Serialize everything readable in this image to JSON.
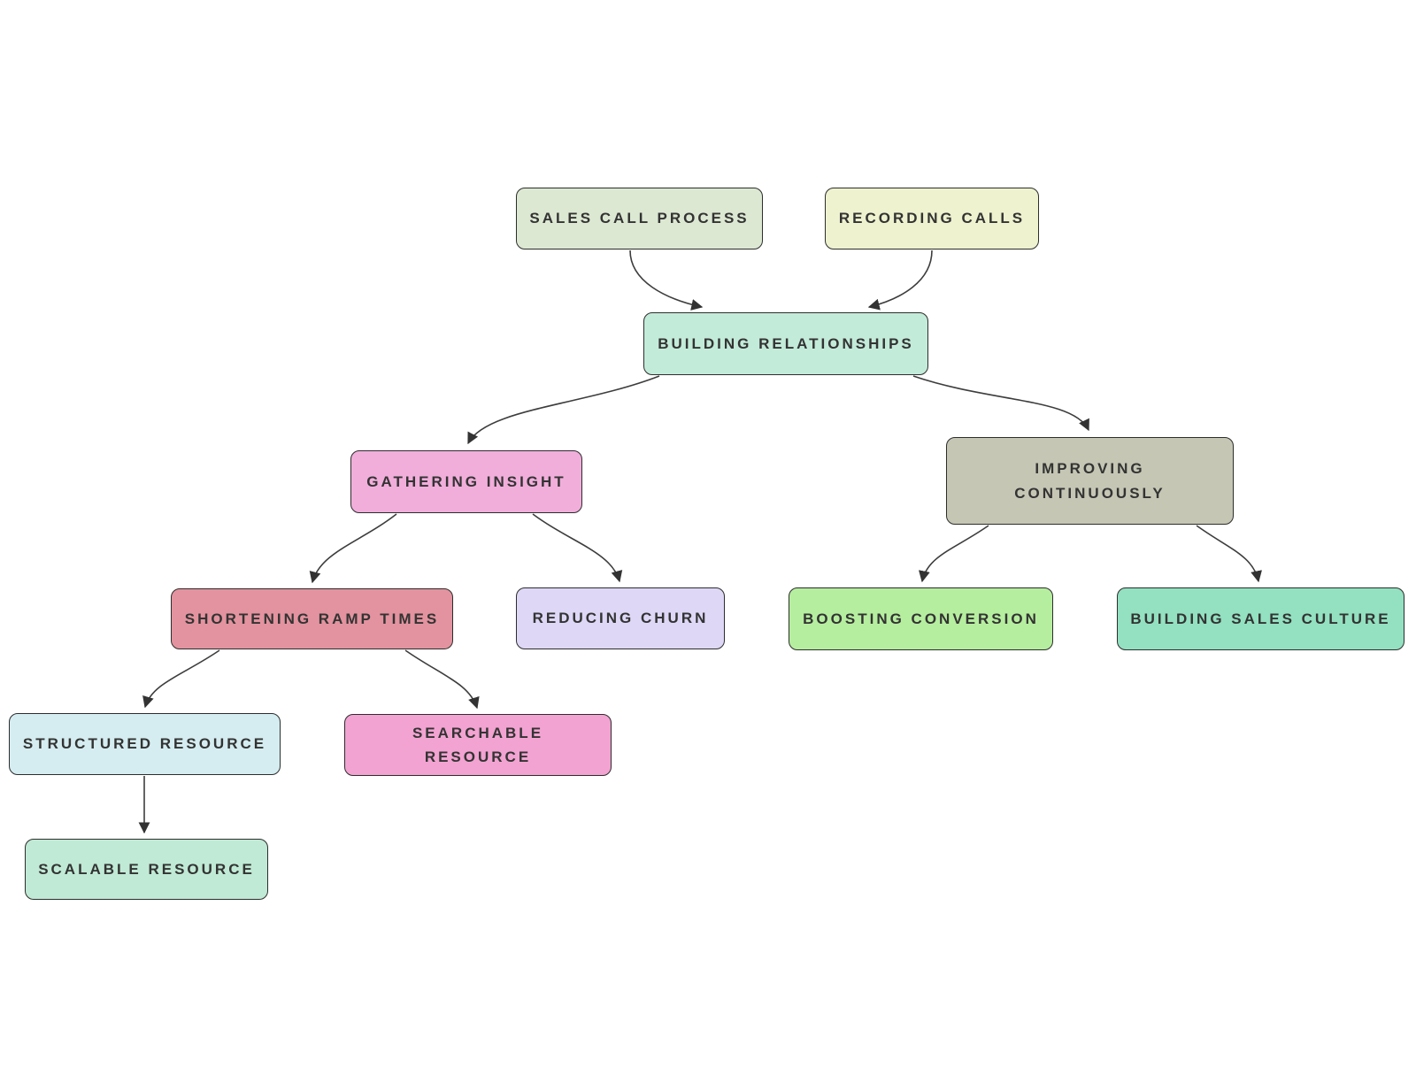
{
  "diagram": {
    "title": "",
    "background_color": "#ffffff",
    "edge_color": "#3d3d3d",
    "node_border_color": "#2d2d2d",
    "text_color": "#333333",
    "nodes": [
      {
        "id": "sales-call-process",
        "label": "SALES CALL PROCESS",
        "color": "#dce8d2"
      },
      {
        "id": "recording-calls",
        "label": "RECORDING CALLS",
        "color": "#eef2ce"
      },
      {
        "id": "building-relationships",
        "label": "BUILDING RELATIONSHIPS",
        "color": "#c3ebda"
      },
      {
        "id": "gathering-insight",
        "label": "GATHERING INSIGHT",
        "color": "#f1aedb"
      },
      {
        "id": "improving-continuously",
        "label": "IMPROVING\nCONTINUOUSLY",
        "color": "#c5c6b4"
      },
      {
        "id": "shortening-ramp-times",
        "label": "SHORTENING RAMP TIMES",
        "color": "#e3939f"
      },
      {
        "id": "reducing-churn",
        "label": "REDUCING CHURN",
        "color": "#ded7f6"
      },
      {
        "id": "boosting-conversion",
        "label": "BOOSTING CONVERSION",
        "color": "#b6ee9f"
      },
      {
        "id": "building-sales-culture",
        "label": "BUILDING SALES CULTURE",
        "color": "#93e1c1"
      },
      {
        "id": "structured-resource",
        "label": "STRUCTURED RESOURCE",
        "color": "#d5edf0"
      },
      {
        "id": "searchable-resource",
        "label": "SEARCHABLE RESOURCE",
        "color": "#f2a3d1"
      },
      {
        "id": "scalable-resource",
        "label": "SCALABLE RESOURCE",
        "color": "#c0ead5"
      }
    ],
    "edges": [
      {
        "from": "sales-call-process",
        "to": "building-relationships"
      },
      {
        "from": "recording-calls",
        "to": "building-relationships"
      },
      {
        "from": "building-relationships",
        "to": "gathering-insight"
      },
      {
        "from": "building-relationships",
        "to": "improving-continuously"
      },
      {
        "from": "gathering-insight",
        "to": "shortening-ramp-times"
      },
      {
        "from": "gathering-insight",
        "to": "reducing-churn"
      },
      {
        "from": "improving-continuously",
        "to": "boosting-conversion"
      },
      {
        "from": "improving-continuously",
        "to": "building-sales-culture"
      },
      {
        "from": "shortening-ramp-times",
        "to": "structured-resource"
      },
      {
        "from": "shortening-ramp-times",
        "to": "searchable-resource"
      },
      {
        "from": "structured-resource",
        "to": "scalable-resource"
      }
    ]
  }
}
